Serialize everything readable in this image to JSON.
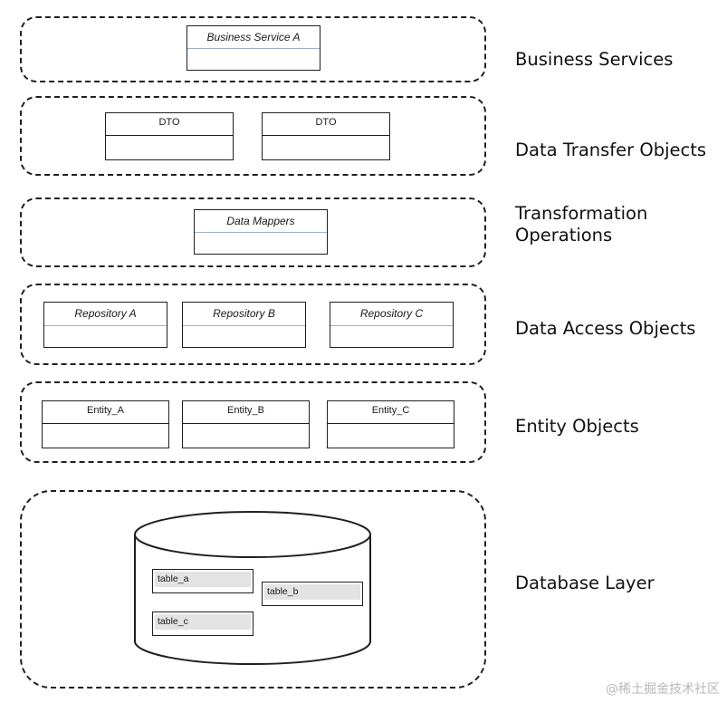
{
  "layers": [
    {
      "label": "Business Services",
      "boxes": [
        "Business Service A"
      ]
    },
    {
      "label": "Data Transfer Objects",
      "boxes": [
        "DTO",
        "DTO"
      ]
    },
    {
      "label": "Transformation\nOperations",
      "boxes": [
        "Data Mappers"
      ]
    },
    {
      "label": "Data Access Objects",
      "boxes": [
        "Repository A",
        "Repository B",
        "Repository C"
      ]
    },
    {
      "label": "Entity Objects",
      "boxes": [
        "Entity_A",
        "Entity_B",
        "Entity_C"
      ]
    },
    {
      "label": "Database Layer",
      "tables": [
        "table_a",
        "table_b",
        "table_c"
      ]
    }
  ],
  "watermark": "@稀土掘金技术社区"
}
